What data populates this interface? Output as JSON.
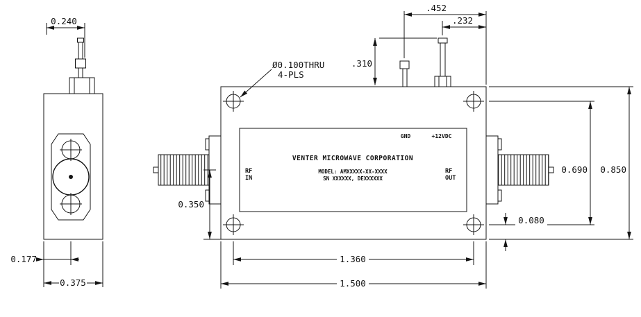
{
  "side_view": {
    "dim_pin_width": "0.240",
    "dim_center_offset": "0.177",
    "dim_body_width": "0.375"
  },
  "top_view": {
    "dim_pin1_from_edge": ".452",
    "dim_pin2_from_edge": ".232",
    "dim_pin_height": ".310",
    "callout_hole_dia": "Ø0.100THRU",
    "callout_hole_places": "4-PLS",
    "dim_conn_offset": "0.350",
    "dim_holes_vertical": "0.690",
    "dim_body_height": "0.850",
    "dim_hole_edge_offset": "0.080",
    "dim_holes_horizontal": "1.360",
    "dim_body_width": "1.500"
  },
  "label": {
    "gnd": "GND",
    "supply": "+12VDC",
    "company": "VENTER MICROWAVE CORPORATION",
    "model": "MODEL: AMXXXXX-XX-XXXX",
    "serial": "SN XXXXXX, DEXXXXXX",
    "rf_in_line1": "RF",
    "rf_in_line2": "IN",
    "rf_out_line1": "RF",
    "rf_out_line2": "OUT"
  }
}
